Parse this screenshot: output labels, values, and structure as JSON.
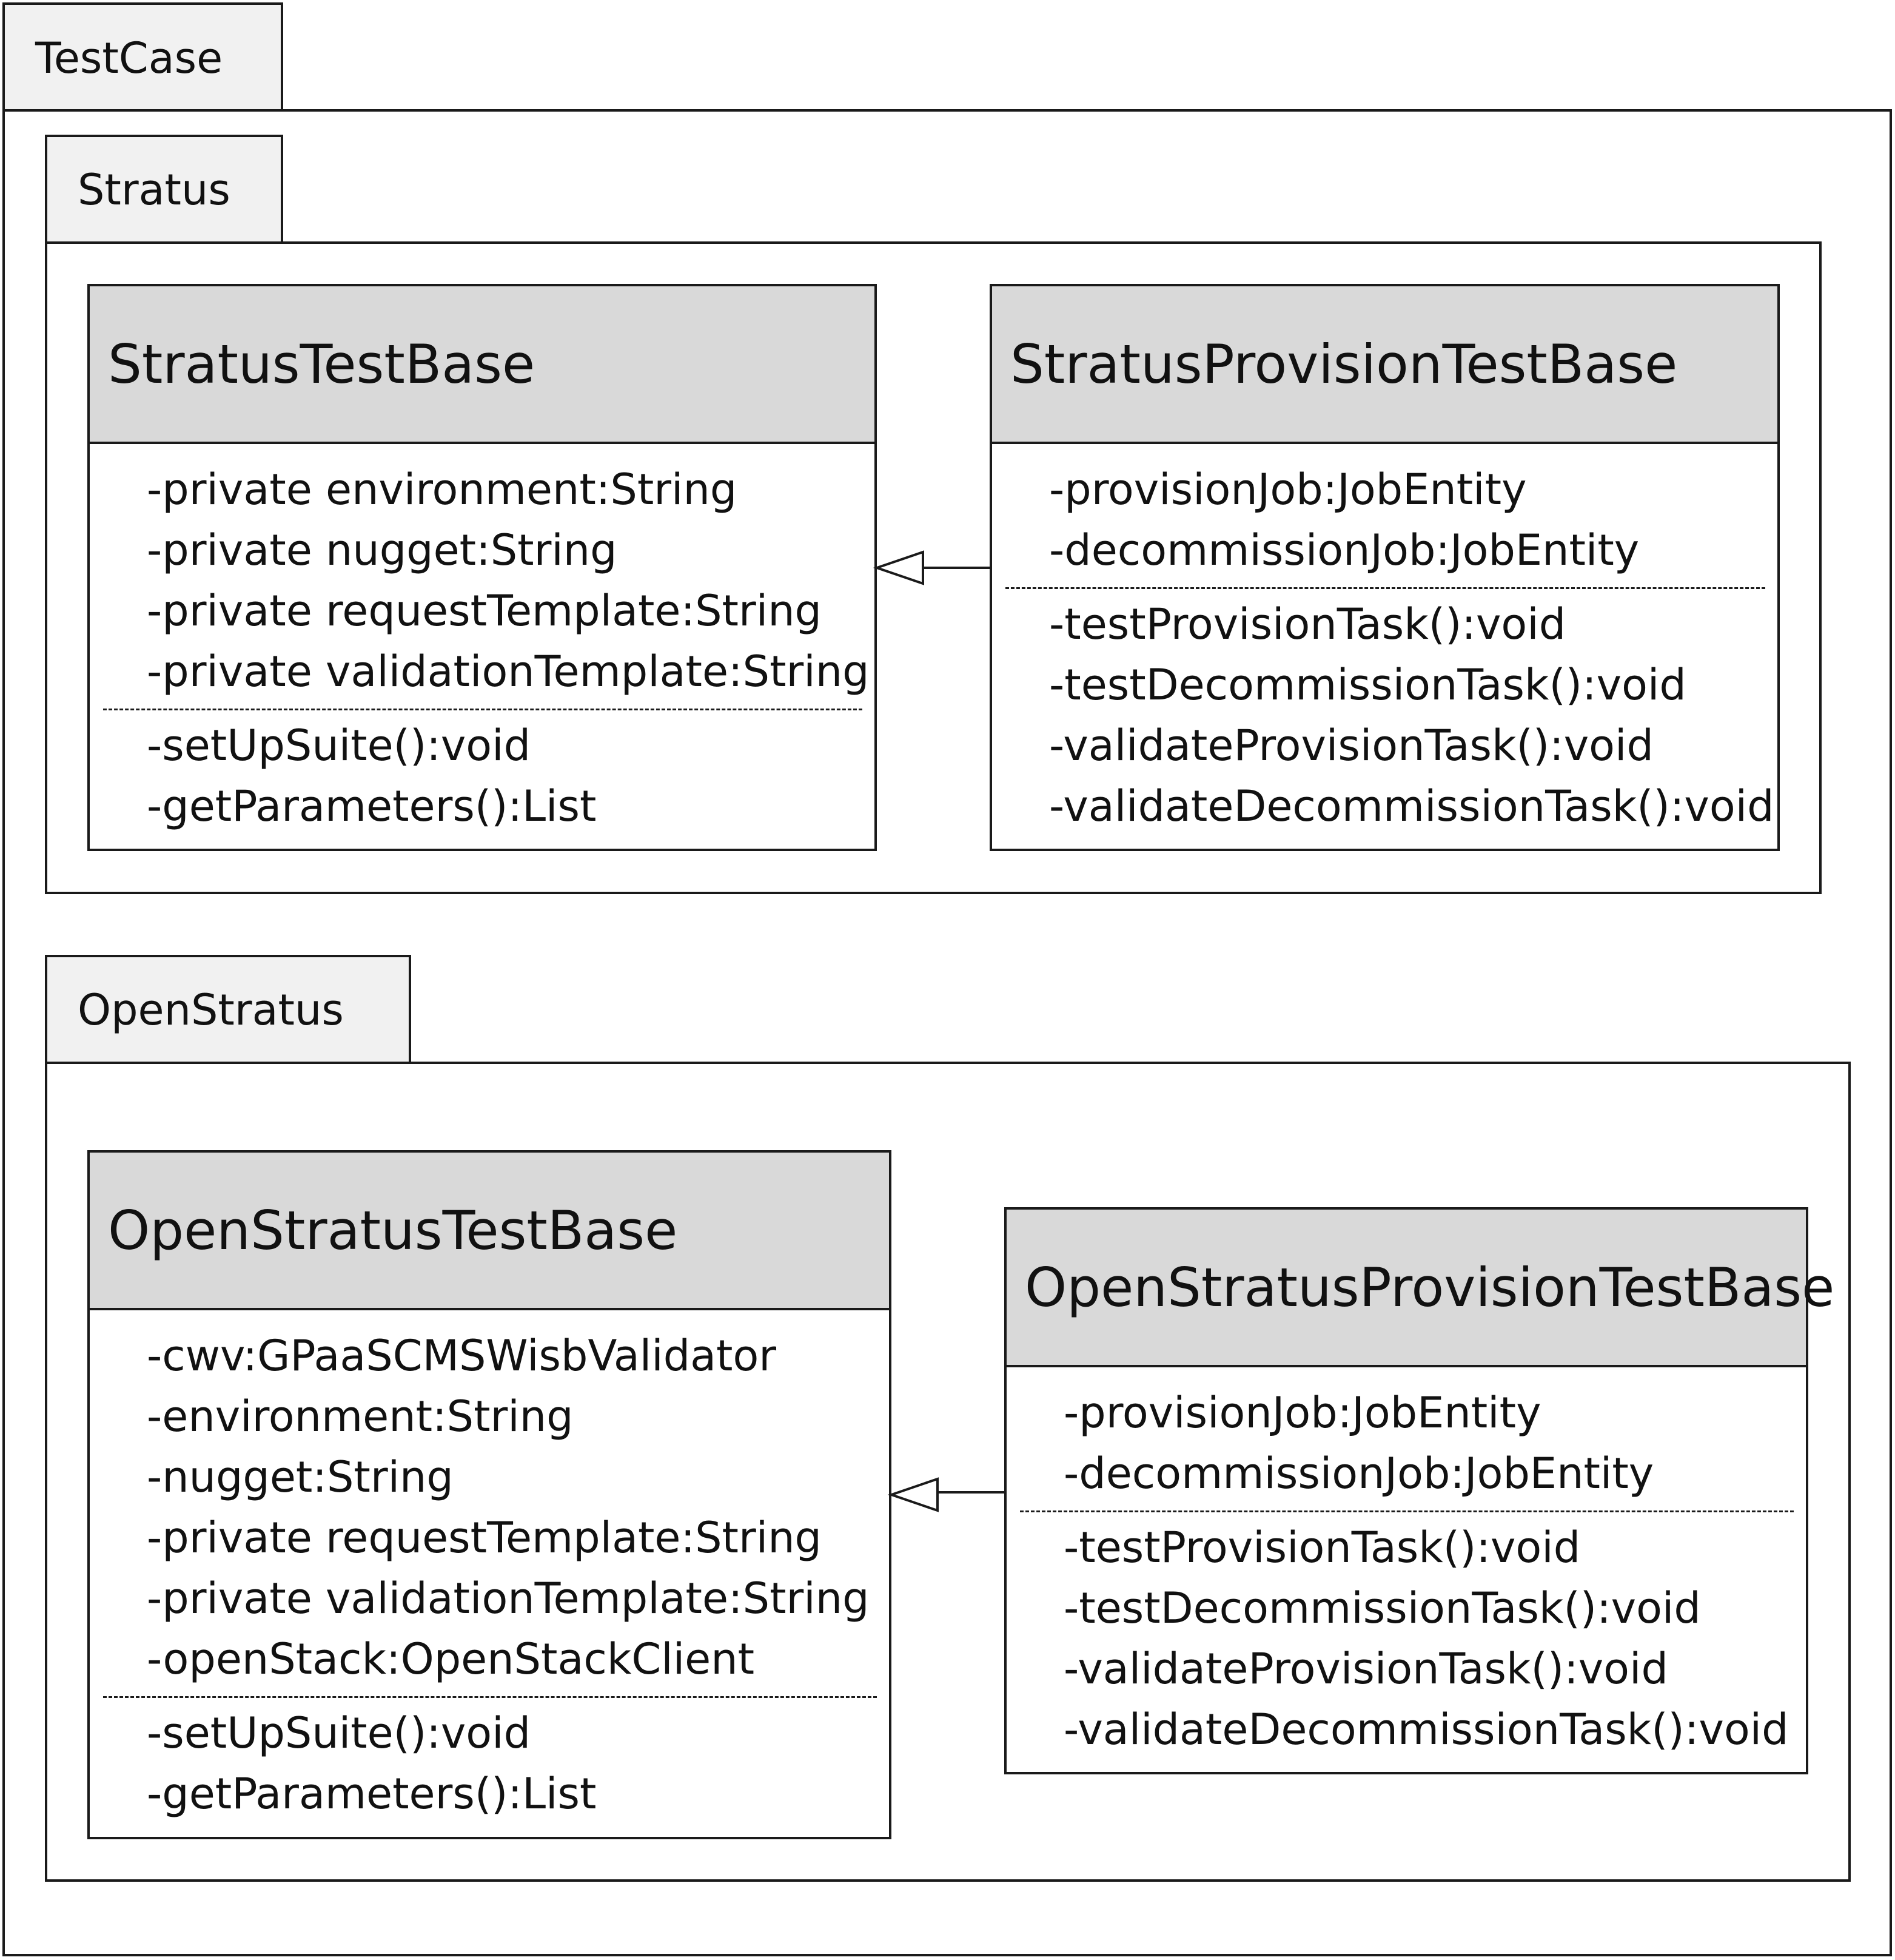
{
  "packages": {
    "outer": {
      "label": "TestCase"
    },
    "stratus": {
      "label": "Stratus"
    },
    "openstratus": {
      "label": "OpenStratus"
    }
  },
  "classes": {
    "stratus_test_base": {
      "name": "StratusTestBase",
      "attributes": [
        "-private environment:String",
        "-private nugget:String",
        "-private requestTemplate:String",
        "-private validationTemplate:String"
      ],
      "operations": [
        "-setUpSuite():void",
        "-getParameters():List"
      ]
    },
    "stratus_provision_test_base": {
      "name": "StratusProvisionTestBase",
      "attributes": [
        "-provisionJob:JobEntity",
        "-decommissionJob:JobEntity"
      ],
      "operations": [
        "-testProvisionTask():void",
        "-testDecommissionTask():void",
        "-validateProvisionTask():void",
        "-validateDecommissionTask():void"
      ]
    },
    "openstratus_test_base": {
      "name": "OpenStratusTestBase",
      "attributes": [
        "-cwv:GPaaSCMSWisbValidator",
        "-environment:String",
        "-nugget:String",
        "-private requestTemplate:String",
        "-private validationTemplate:String",
        "-openStack:OpenStackClient"
      ],
      "operations": [
        "-setUpSuite():void",
        "-getParameters():List"
      ]
    },
    "openstratus_provision_test_base": {
      "name": "OpenStratusProvisionTestBase",
      "attributes": [
        "-provisionJob:JobEntity",
        "-decommissionJob:JobEntity"
      ],
      "operations": [
        "-testProvisionTask():void",
        "-testDecommissionTask():void",
        "-validateProvisionTask():void",
        "-validateDecommissionTask():void"
      ]
    }
  },
  "relations": [
    {
      "type": "generalization",
      "from": "StratusProvisionTestBase",
      "to": "StratusTestBase"
    },
    {
      "type": "generalization",
      "from": "OpenStratusProvisionTestBase",
      "to": "OpenStratusTestBase"
    }
  ]
}
